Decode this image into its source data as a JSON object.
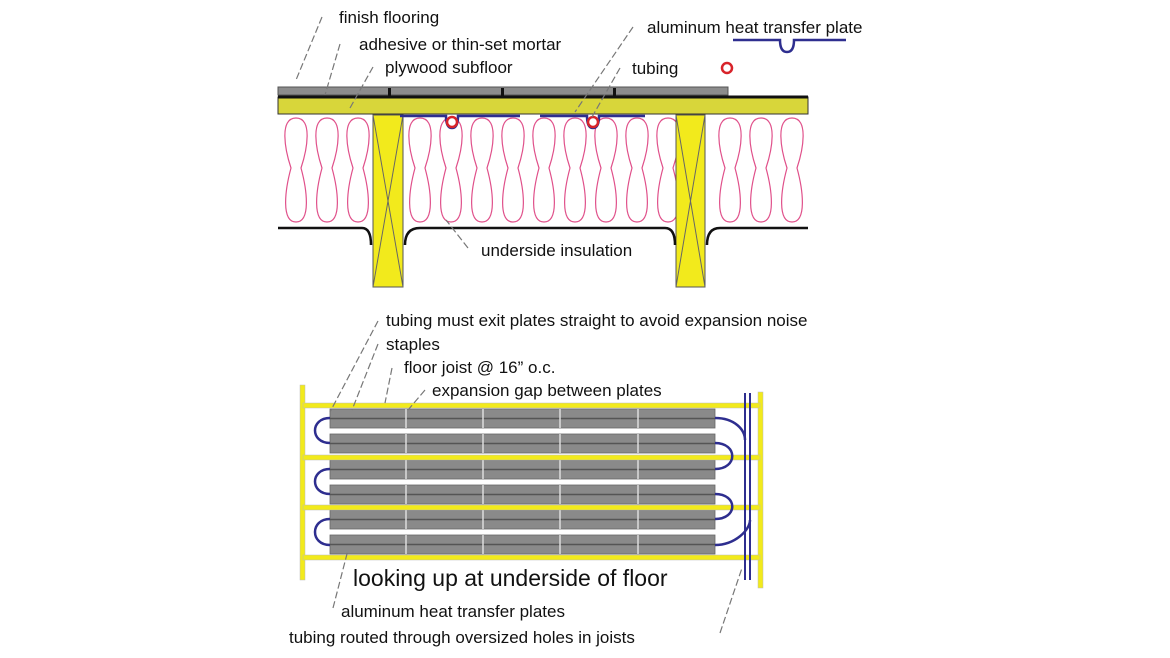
{
  "top_diagram": {
    "labels": {
      "finish_flooring": "finish flooring",
      "adhesive": "adhesive or thin-set mortar",
      "plywood": "plywood subfloor",
      "plate": "aluminum heat transfer plate",
      "tubing": "tubing",
      "insulation": "underside insulation"
    }
  },
  "bottom_diagram": {
    "labels": {
      "tubing_exit": "tubing must exit plates straight to avoid expansion noise",
      "staples": "staples",
      "joist": "floor joist @ 16” o.c.",
      "gap": "expansion gap between plates",
      "caption": "looking up at underside of floor",
      "plates": "aluminum heat transfer plates",
      "routed": "tubing routed through oversized holes in joists"
    }
  },
  "colors": {
    "wood": "#f2ea1c",
    "plate": "#8a8a8a",
    "tube_blue": "#2e2e8f",
    "tube_red": "#d8232a",
    "insulation": "#e0508a"
  }
}
